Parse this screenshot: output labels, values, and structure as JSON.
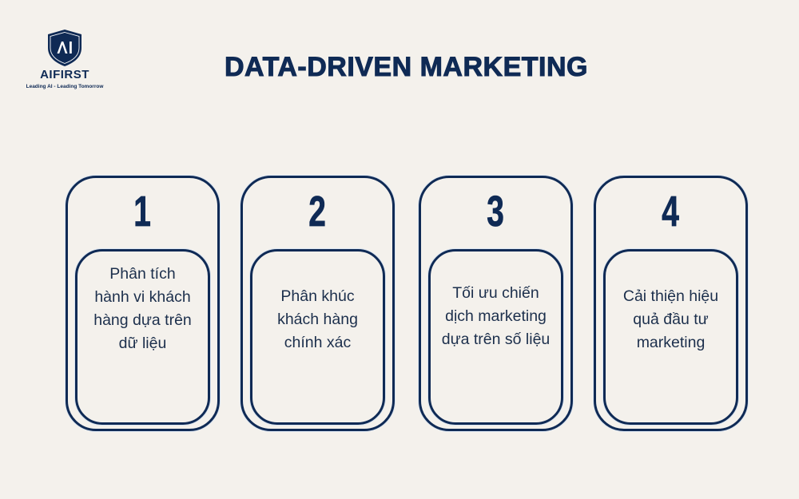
{
  "brand": {
    "logo_mark": "AI",
    "name": "AIFIRST",
    "tagline": "Leading AI - Leading Tomorrow",
    "color": "#0f2a55"
  },
  "title": "DATA-DRIVEN MARKETING",
  "colors": {
    "background": "#f4f1ec",
    "primary": "#0f2a55",
    "text": "#1c2f4c"
  },
  "cards": [
    {
      "number": "1",
      "text": "Phân tích hành vi khách hàng dựa trên dữ liệu",
      "lines": [
        "Phân tích",
        "hành vi khách",
        "hàng dựa trên",
        "dữ liệu"
      ]
    },
    {
      "number": "2",
      "text": "Phân khúc khách hàng chính xác",
      "lines": [
        "Phân khúc",
        "khách hàng",
        "chính xác"
      ]
    },
    {
      "number": "3",
      "text": "Tối ưu chiến dịch marketing dựa trên số liệu",
      "lines": [
        "Tối ưu chiến",
        "dịch marketing",
        "dựa trên số liệu"
      ]
    },
    {
      "number": "4",
      "text": "Cải thiện hiệu quả đầu tư marketing",
      "lines": [
        "Cải thiện hiệu",
        "quả đầu tư",
        "marketing"
      ]
    }
  ]
}
